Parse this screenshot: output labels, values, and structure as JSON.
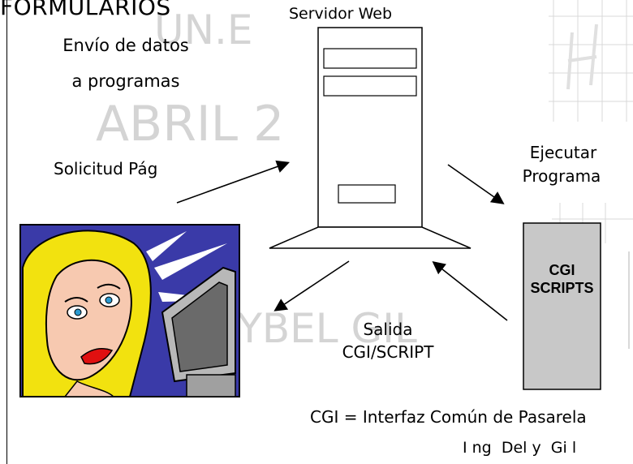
{
  "slide": {
    "title": "FORMULARIOS",
    "subtitle_line1": "Envío de datos",
    "subtitle_line2": "a programas",
    "watermark_top": "UN.E",
    "watermark_middle": "ABRIL 2",
    "watermark_bottom": "AYBEL GIL"
  },
  "diagram": {
    "server_label": "Servidor Web",
    "request_label": "Solicitud Pág",
    "execute_line1": "Ejecutar",
    "execute_line2": "Programa",
    "cgi_box_line1": "CGI",
    "cgi_box_line2": "SCRIPTS",
    "output_line1": "Salida",
    "output_line2": "CGI/SCRIPT",
    "definition": "CGI = Interfaz Común de Pasarela",
    "author": "I ng  Del y  Gi l"
  },
  "colors": {
    "cgi_box_fill": "#c8c8c8",
    "watermark": "#d4d4d4",
    "woman_background": "#3a3aa8",
    "woman_hair": "#f2e20f"
  }
}
